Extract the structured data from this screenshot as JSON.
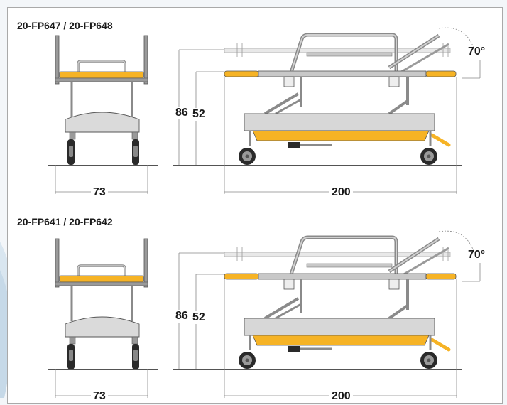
{
  "colors": {
    "accent": "#f6b325",
    "frame_grey": "#9a9a9a",
    "light_grey": "#d7d7d7",
    "ink": "#1a1a1a"
  },
  "variants": [
    {
      "model_label": "20-FP647 / 20-FP648",
      "height_total": "86",
      "height_deck": "52",
      "width": "73",
      "length": "200",
      "backrest_angle": "70°"
    },
    {
      "model_label": "20-FP641 / 20-FP642",
      "height_total": "86",
      "height_deck": "52",
      "width": "73",
      "length": "200",
      "backrest_angle": "70°"
    }
  ]
}
